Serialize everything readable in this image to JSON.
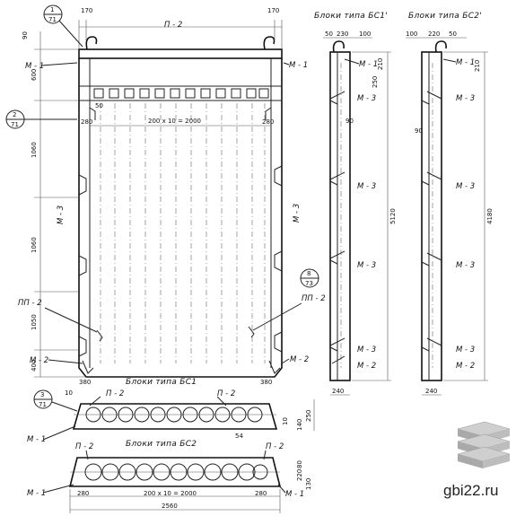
{
  "titles": {
    "blocks_bs1_prime": "Блоки типа БС1'",
    "blocks_bs2_prime": "Блоки типа БС2'",
    "blocks_bs1": "Блоки типа БС1",
    "blocks_bs2": "Блоки типа БС2"
  },
  "callouts": {
    "c1": {
      "top": "1",
      "bottom": "71"
    },
    "c2": {
      "top": "2",
      "bottom": "71"
    },
    "c3": {
      "top": "3",
      "bottom": "71"
    },
    "c8": {
      "top": "8",
      "bottom": "73"
    }
  },
  "marks": {
    "p2": "П - 2",
    "m1": "М - 1",
    "m2": "М - 2",
    "m3": "М - 3",
    "pp2": "ПП - 2"
  },
  "dims": {
    "d170": "170",
    "d90": "90",
    "d600": "600",
    "d1060": "1060",
    "d1050": "1050",
    "d400": "400",
    "d280": "280",
    "d200x10": "200 х 10 = 2000",
    "d380": "380",
    "d10": "10",
    "d50": "50",
    "d250": "250",
    "d210": "210",
    "d230": "230",
    "d100": "100",
    "d220": "220",
    "d5120": "5120",
    "d4180": "4180",
    "d240": "240",
    "d140": "140",
    "d200x10b": "200 х 10 = 2000",
    "d2560": "2560",
    "d54": "54",
    "d80": "80",
    "d130": "130"
  },
  "watermark": "gbi22.ru"
}
